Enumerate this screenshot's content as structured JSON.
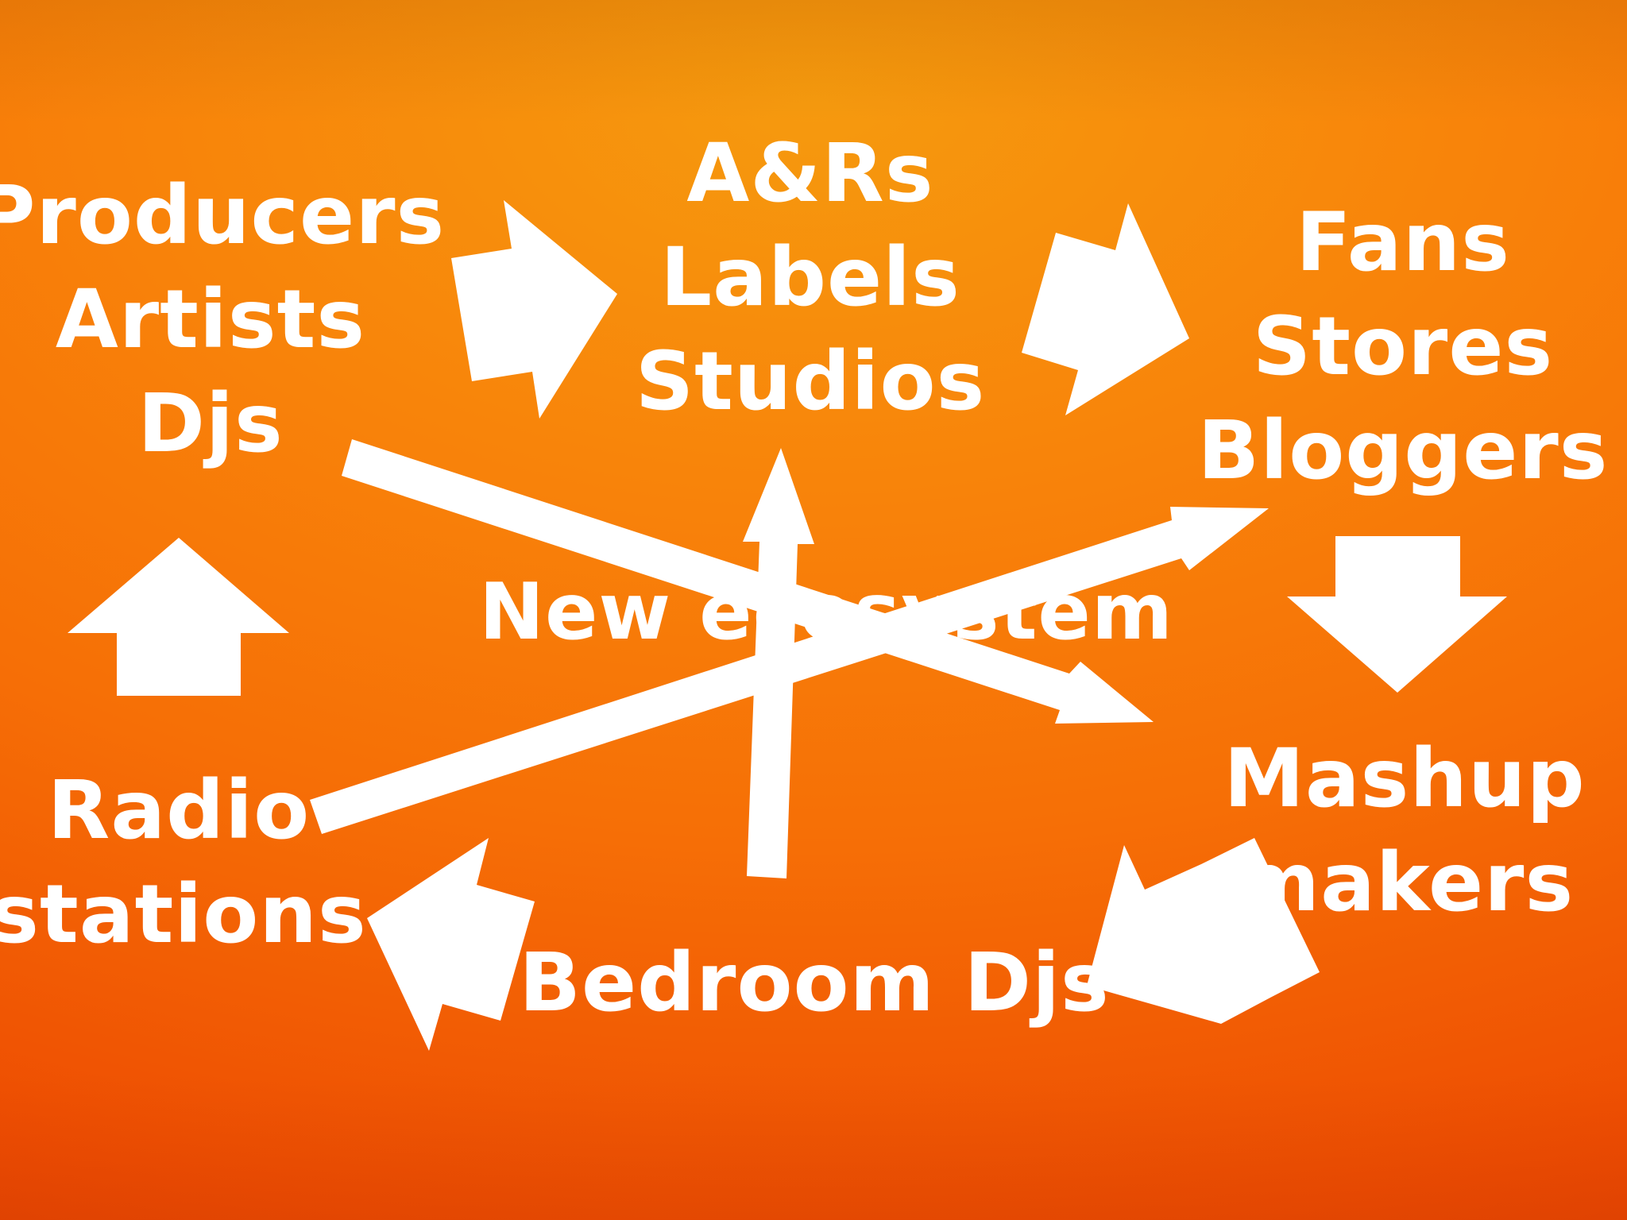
{
  "diagram": {
    "colors": {
      "background_top": "#f69a0e",
      "background_bottom": "#e43f02",
      "foreground": "#ffffff"
    },
    "nodes": {
      "producers": [
        "Producers",
        "Artists",
        "Djs"
      ],
      "ar_labels": [
        "A&Rs",
        "Labels",
        "Studios"
      ],
      "fans": [
        "Fans",
        "Stores",
        "Bloggers"
      ],
      "mashup": [
        "Mashup",
        "makers"
      ],
      "bedroom": [
        "Bedroom Djs"
      ],
      "radio": [
        "Radio",
        "stations"
      ],
      "center": "New ecosystem"
    }
  }
}
